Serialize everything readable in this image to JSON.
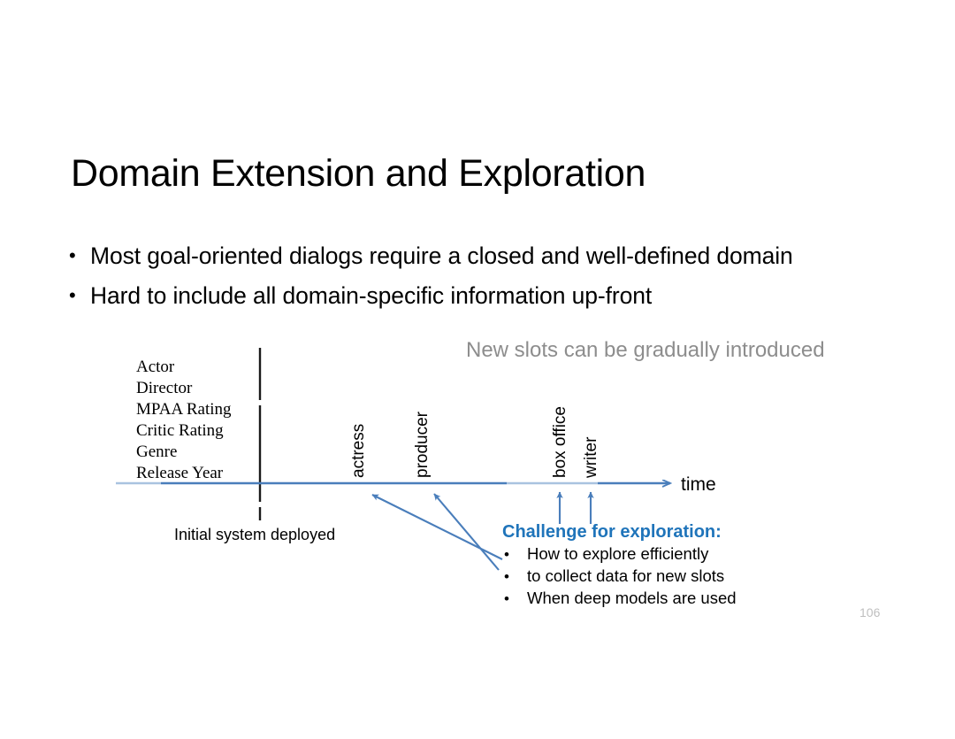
{
  "slide": {
    "title": "Domain Extension and Exploration",
    "page_number": "106",
    "background_color": "#ffffff"
  },
  "bullets": [
    {
      "marker": "•",
      "text": "Most goal-oriented dialogs require a closed and well-defined domain"
    },
    {
      "marker": "•",
      "text": "Hard to include all domain-specific information up-front"
    }
  ],
  "diagram": {
    "headline": "New slots can be gradually introduced",
    "headline_color": "#8d8d8d",
    "axis_label": "time",
    "axis_color": "#4a7ebb",
    "divider_caption": "Initial system deployed",
    "initial_slots": [
      "Actor",
      "Director",
      "MPAA Rating",
      "Critic Rating",
      "Genre",
      "Release Year"
    ],
    "new_slots": [
      {
        "label": "actress"
      },
      {
        "label": "producer"
      },
      {
        "label": "box office"
      },
      {
        "label": "writer"
      }
    ],
    "challenge": {
      "title": "Challenge for exploration:",
      "title_color": "#1f74ba",
      "items": [
        {
          "marker": "•",
          "text": "How to explore efficiently"
        },
        {
          "marker": "•",
          "text": "to collect data for new slots"
        },
        {
          "marker": "•",
          "text": "When deep models are used"
        }
      ]
    }
  }
}
